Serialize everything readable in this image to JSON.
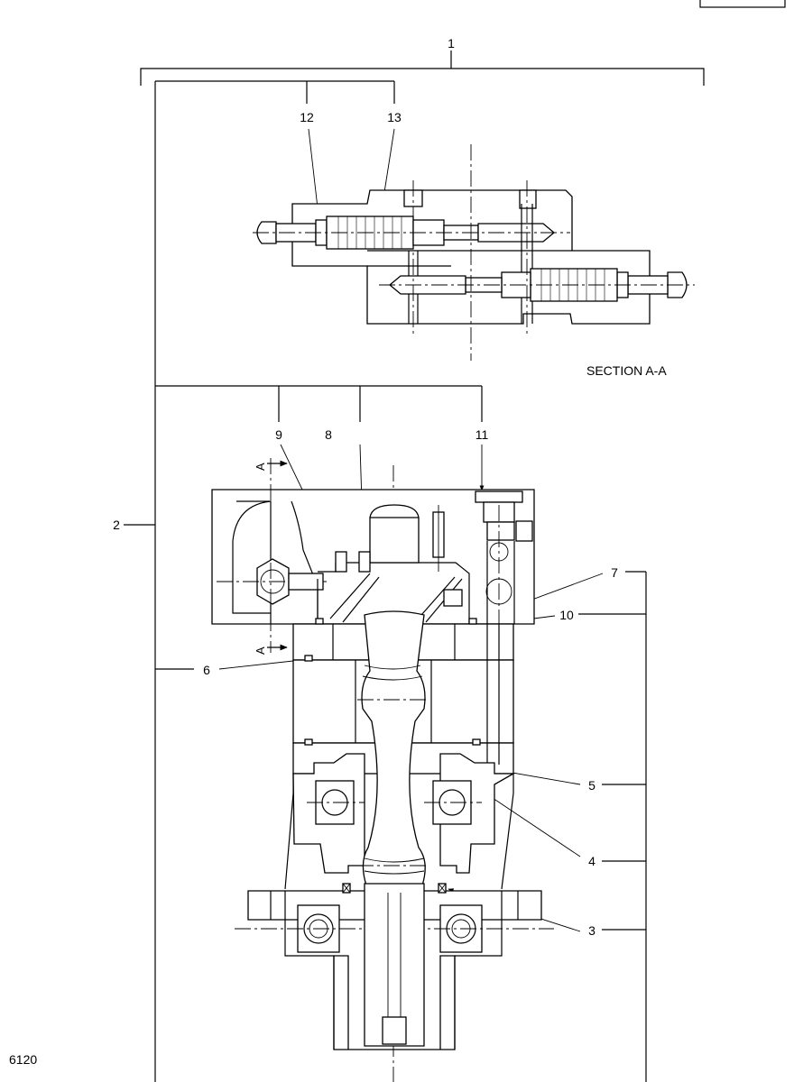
{
  "section_label": "SECTION A-A",
  "figure_code": "6120",
  "section_marker": "A",
  "callouts": {
    "c1": "1",
    "c2": "2",
    "c3": "3",
    "c4": "4",
    "c5": "5",
    "c6": "6",
    "c7": "7",
    "c8": "8",
    "c9": "9",
    "c10": "10",
    "c11": "11",
    "c12": "12",
    "c13": "13"
  }
}
